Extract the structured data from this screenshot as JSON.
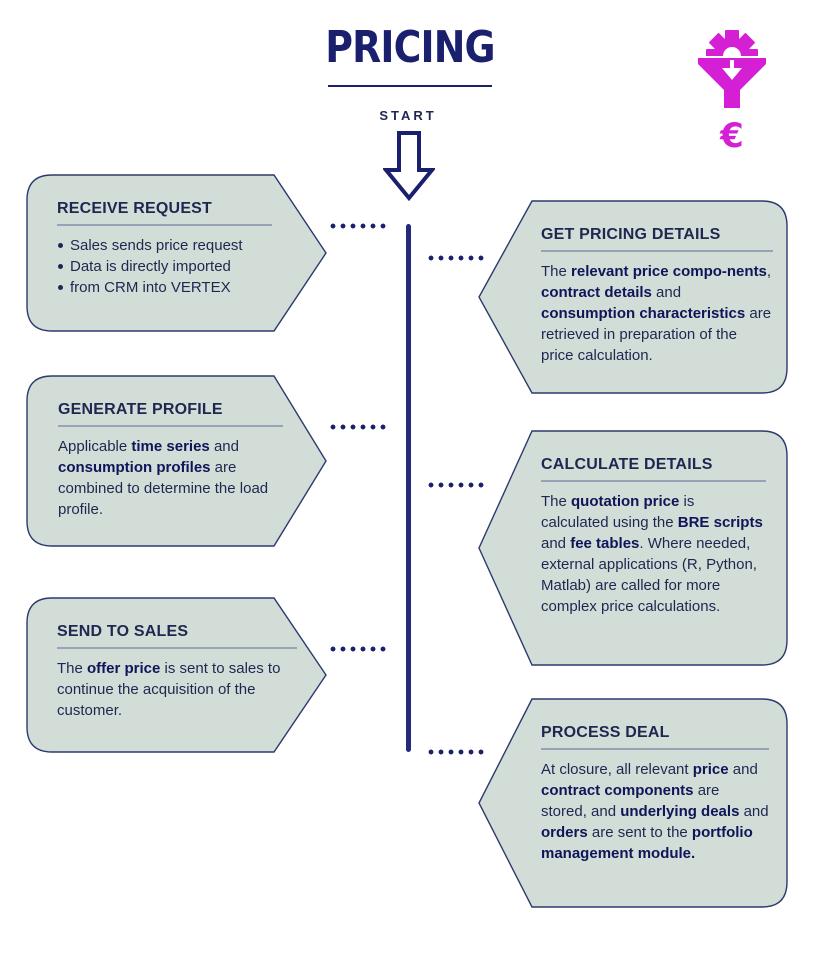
{
  "title": "PRICING",
  "start_label": "START",
  "colors": {
    "navy": "#1a1f6e",
    "box_fill": "#d2ddd7",
    "box_stroke": "#2c3a6e",
    "logo_magenta": "#d41fd4"
  },
  "logo": {
    "icon": "gear-funnel-euro-icon",
    "symbol": "€"
  },
  "steps_left": [
    {
      "heading": "RECEIVE REQUEST",
      "bullets": [
        "Sales sends price request",
        "Data is directly imported",
        "from CRM into VERTEX"
      ]
    },
    {
      "heading": "GENERATE PROFILE",
      "body": [
        {
          "t": "Applicable "
        },
        {
          "t": "time series",
          "b": true
        },
        {
          "t": " and "
        },
        {
          "t": "consumption profiles",
          "b": true
        },
        {
          "t": " are combined to determine the load profile."
        }
      ]
    },
    {
      "heading": "SEND TO SALES",
      "body": [
        {
          "t": "The "
        },
        {
          "t": "offer price",
          "b": true
        },
        {
          "t": " is sent to sales to continue the acquisition of the customer."
        }
      ]
    }
  ],
  "steps_right": [
    {
      "heading": "GET PRICING DETAILS",
      "body": [
        {
          "t": "The "
        },
        {
          "t": "relevant price compo-nents",
          "b": true
        },
        {
          "t": ", "
        },
        {
          "t": "contract details",
          "b": true
        },
        {
          "t": " and "
        },
        {
          "t": "consumption characteristics",
          "b": true
        },
        {
          "t": " are retrieved in preparation of the price calculation."
        }
      ]
    },
    {
      "heading": "CALCULATE DETAILS",
      "body": [
        {
          "t": "The "
        },
        {
          "t": "quotation price",
          "b": true
        },
        {
          "t": " is calculated using the "
        },
        {
          "t": "BRE scripts",
          "b": true
        },
        {
          "t": " and "
        },
        {
          "t": "fee tables",
          "b": true
        },
        {
          "t": ". Where needed, external applications (R, Python, Matlab) are called for more complex price calculations."
        }
      ]
    },
    {
      "heading": "PROCESS DEAL",
      "body": [
        {
          "t": "At closure, all relevant "
        },
        {
          "t": "price",
          "b": true
        },
        {
          "t": " and "
        },
        {
          "t": "contract components",
          "b": true
        },
        {
          "t": " are stored, and "
        },
        {
          "t": "underlying deals",
          "b": true
        },
        {
          "t": " and "
        },
        {
          "t": "orders",
          "b": true
        },
        {
          "t": " are sent to the "
        },
        {
          "t": "portfolio management module.",
          "b": true
        }
      ]
    }
  ]
}
